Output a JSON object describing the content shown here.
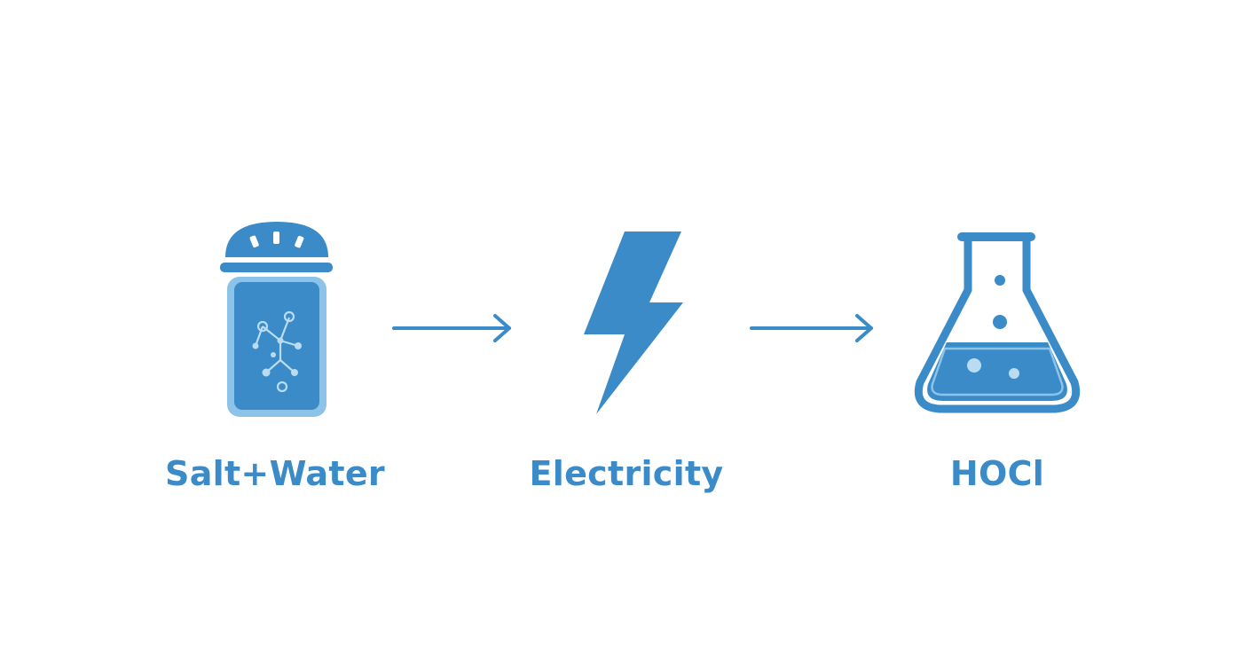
{
  "steps": [
    {
      "label": "Salt+Water",
      "icon": "salt-shaker-icon"
    },
    {
      "label": "Electricity",
      "icon": "lightning-bolt-icon"
    },
    {
      "label": "HOCl",
      "icon": "flask-icon"
    }
  ],
  "connectors": [
    "arrow-right-icon",
    "arrow-right-icon"
  ],
  "colors": {
    "primary": "#3a8bc8",
    "light": "#8cc3e8",
    "pale": "#b9dcf3",
    "background": "#ffffff"
  }
}
